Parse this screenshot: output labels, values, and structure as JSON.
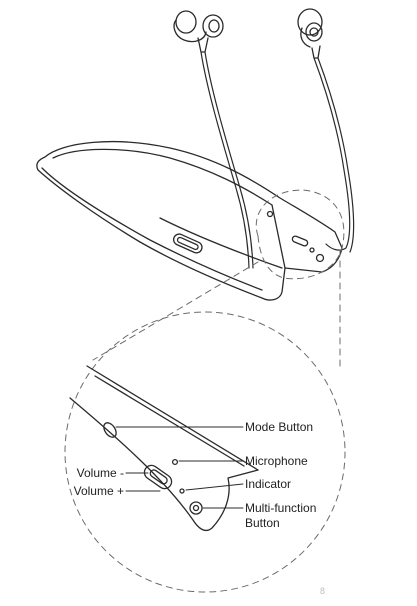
{
  "labels": {
    "mode_button": "Mode Button",
    "microphone": "Microphone",
    "indicator": "Indicator",
    "multi_function_line1": "Multi-function",
    "multi_function_line2": "Button",
    "volume_minus": "Volume -",
    "volume_plus": "Volume +"
  },
  "page_number": "8",
  "colors": {
    "line": "#2b2b2b",
    "dash": "#6b6b6b",
    "text": "#222222",
    "page_number": "#bdbdbd"
  }
}
